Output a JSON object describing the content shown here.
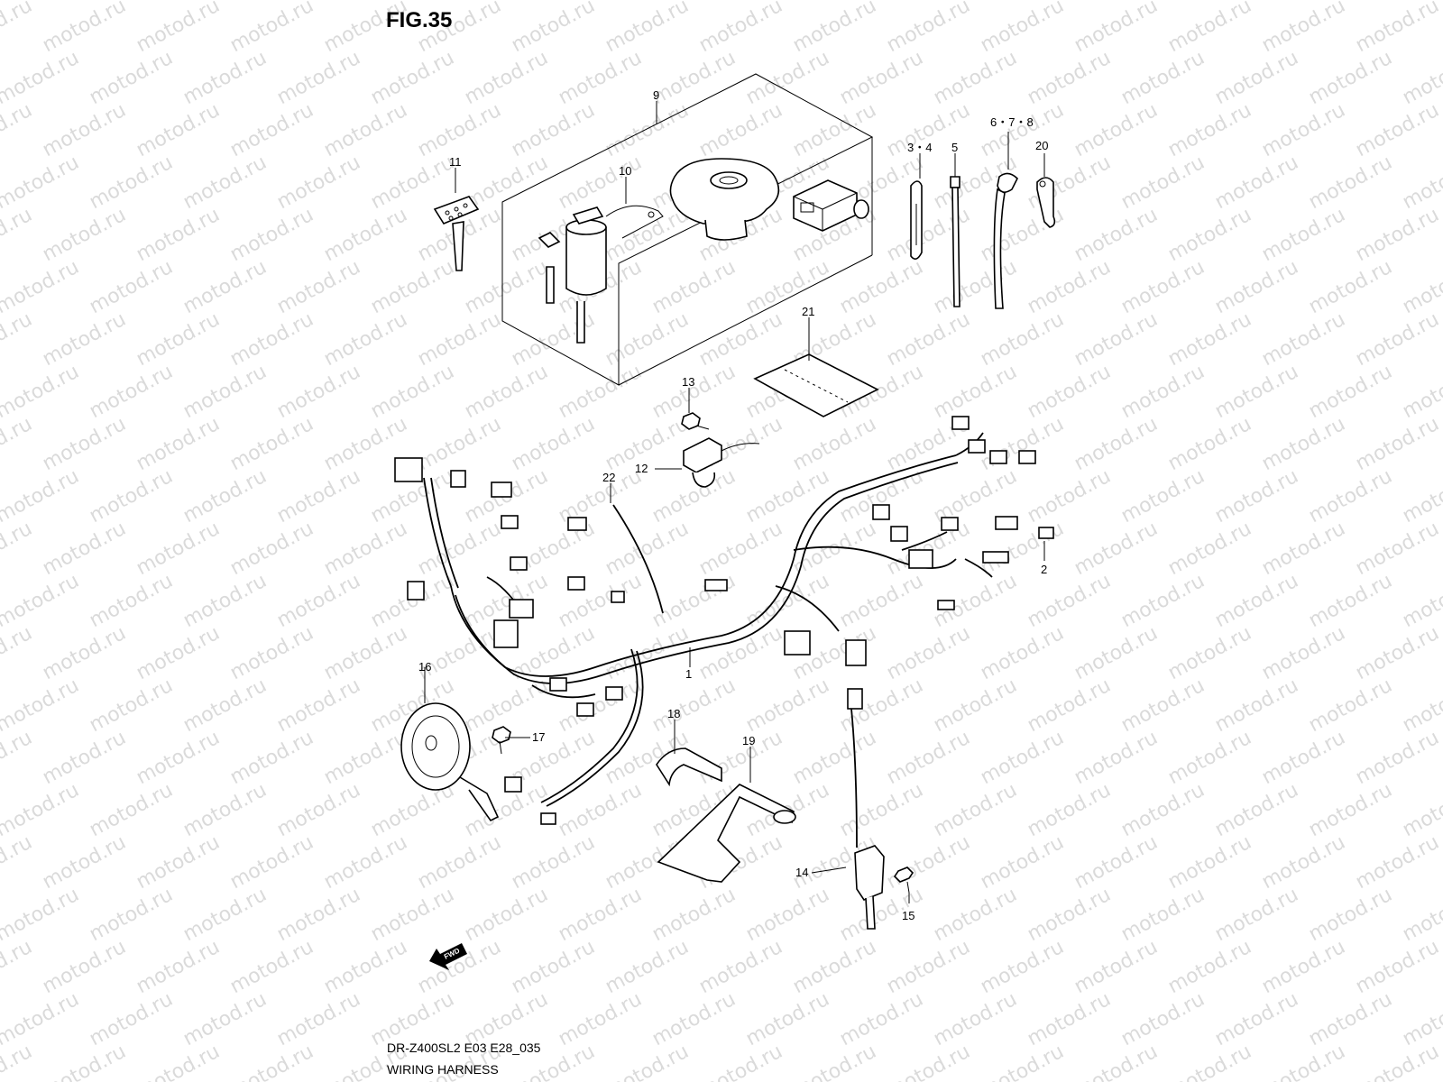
{
  "figure": {
    "title": "FIG.35",
    "model_code": "DR-Z400SL2 E03 E28_035",
    "caption": "WIRING HARNESS",
    "watermark": "motod.ru",
    "direction_label": "FWD"
  },
  "callouts": {
    "c1": "1",
    "c2": "2",
    "c34": "3・4",
    "c5": "5",
    "c678": "6・7・8",
    "c9": "9",
    "c10": "10",
    "c11": "11",
    "c12": "12",
    "c13": "13",
    "c14": "14",
    "c15": "15",
    "c16": "16",
    "c17": "17",
    "c18": "18",
    "c19": "19",
    "c20": "20",
    "c21": "21",
    "c22": "22"
  }
}
